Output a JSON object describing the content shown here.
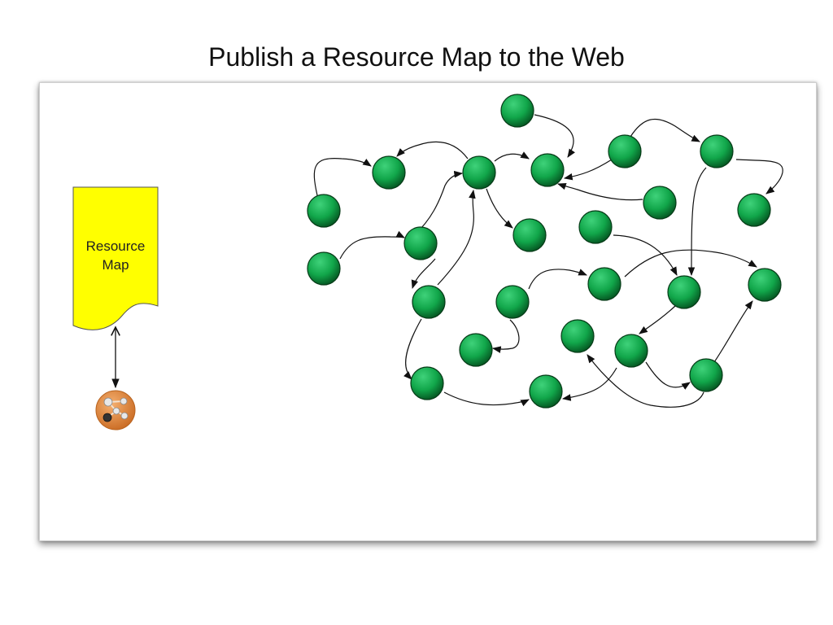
{
  "title": "Publish a Resource Map to the Web",
  "document": {
    "label_lines": [
      "Resource",
      "Map"
    ],
    "fill": "#ffff00"
  },
  "colors": {
    "node_light": "#3fd27a",
    "node_mid": "#11a64a",
    "node_dark": "#04501f",
    "edge": "#111111",
    "badge": "#e08a3c"
  },
  "icons": [
    "resource-map-icon"
  ]
}
